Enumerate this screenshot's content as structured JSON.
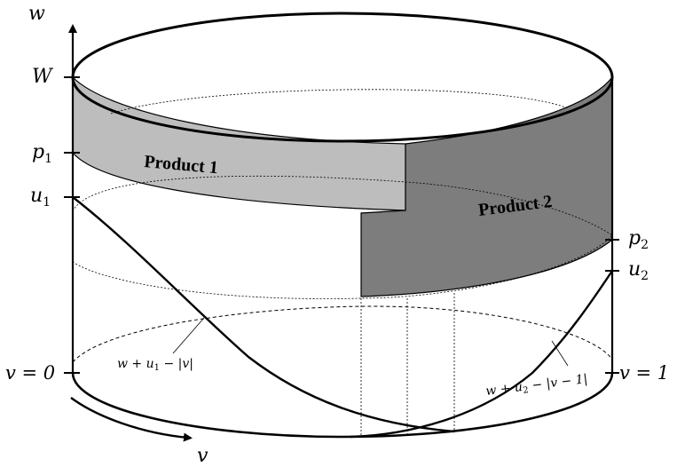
{
  "axes": {
    "vertical": {
      "label": "w"
    },
    "horizontal": {
      "label": "v"
    }
  },
  "left_ticks": {
    "W": "W",
    "p1": {
      "base": "p",
      "sub": "1"
    },
    "u1": {
      "base": "u",
      "sub": "1"
    },
    "v0": "v = 0"
  },
  "right_ticks": {
    "p2": {
      "base": "p",
      "sub": "2"
    },
    "u2": {
      "base": "u",
      "sub": "2"
    },
    "v1": "v = 1"
  },
  "regions": {
    "product1": {
      "label": "Product 1",
      "fill": "#bdbdbd"
    },
    "product2": {
      "label": "Product 2",
      "fill": "#7d7d7d"
    }
  },
  "curves": {
    "left": {
      "expr_a": "w + u",
      "expr_sub": "1",
      "expr_b": " − |v|"
    },
    "right": {
      "expr_a": "w + u",
      "expr_sub": "2",
      "expr_b": " − |v − 1|"
    }
  }
}
